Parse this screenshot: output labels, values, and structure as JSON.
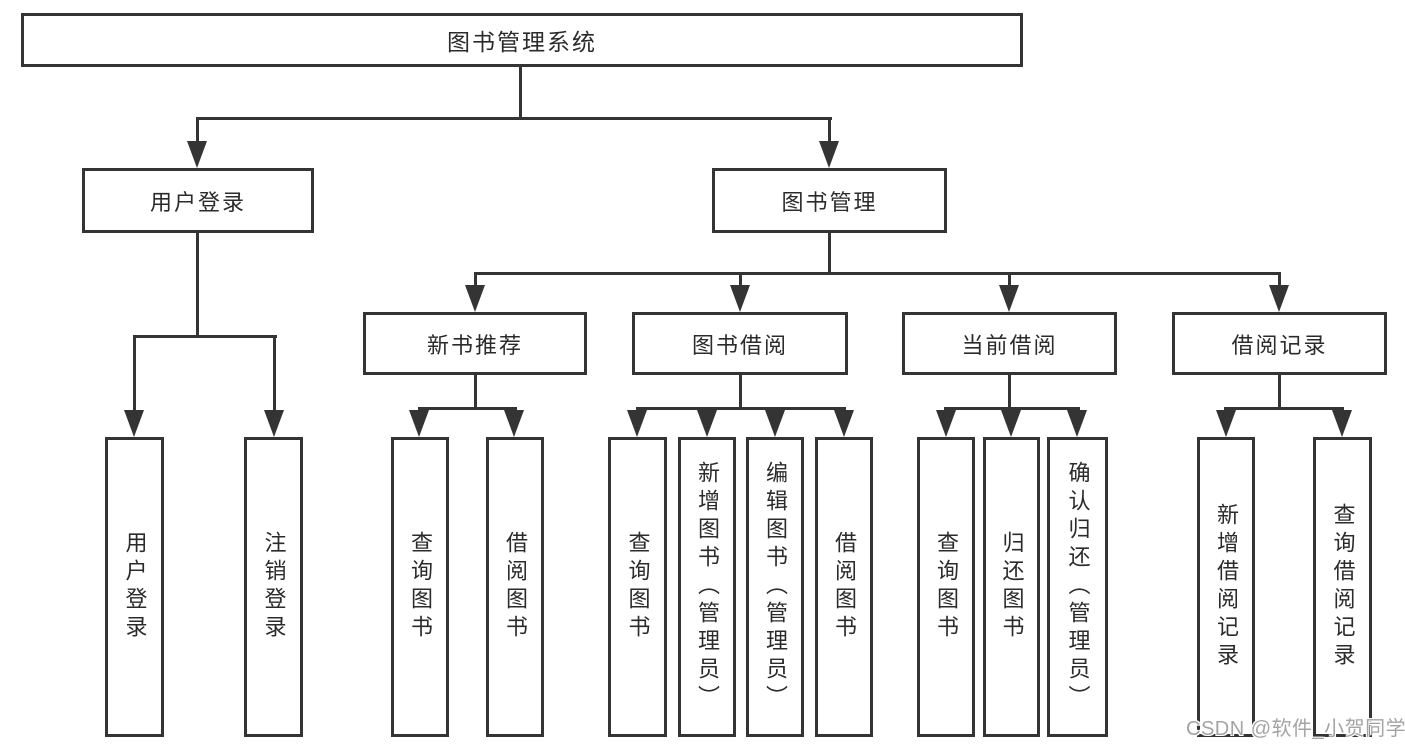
{
  "diagram": {
    "root": {
      "label": "图书管理系统"
    },
    "branches": [
      {
        "label": "用户登录",
        "children": [
          {
            "label": "用户登录"
          },
          {
            "label": "注销登录"
          }
        ]
      },
      {
        "label": "图书管理",
        "children": [
          {
            "label": "新书推荐",
            "children": [
              {
                "label": "查询图书"
              },
              {
                "label": "借阅图书"
              }
            ]
          },
          {
            "label": "图书借阅",
            "children": [
              {
                "label": "查询图书"
              },
              {
                "label": "新增图书（管理员）"
              },
              {
                "label": "编辑图书（管理员）"
              },
              {
                "label": "借阅图书"
              }
            ]
          },
          {
            "label": "当前借阅",
            "children": [
              {
                "label": "查询图书"
              },
              {
                "label": "归还图书"
              },
              {
                "label": "确认归还（管理员）"
              }
            ]
          },
          {
            "label": "借阅记录",
            "children": [
              {
                "label": "新增借阅记录"
              },
              {
                "label": "查询借阅记录"
              }
            ]
          }
        ]
      }
    ]
  },
  "watermark": {
    "text": "CSDN @软件_小贺同学"
  },
  "colors": {
    "line": "#343434",
    "text": "#2b2b2b",
    "background": "#ffffff",
    "watermark": "#a4a4a4"
  }
}
